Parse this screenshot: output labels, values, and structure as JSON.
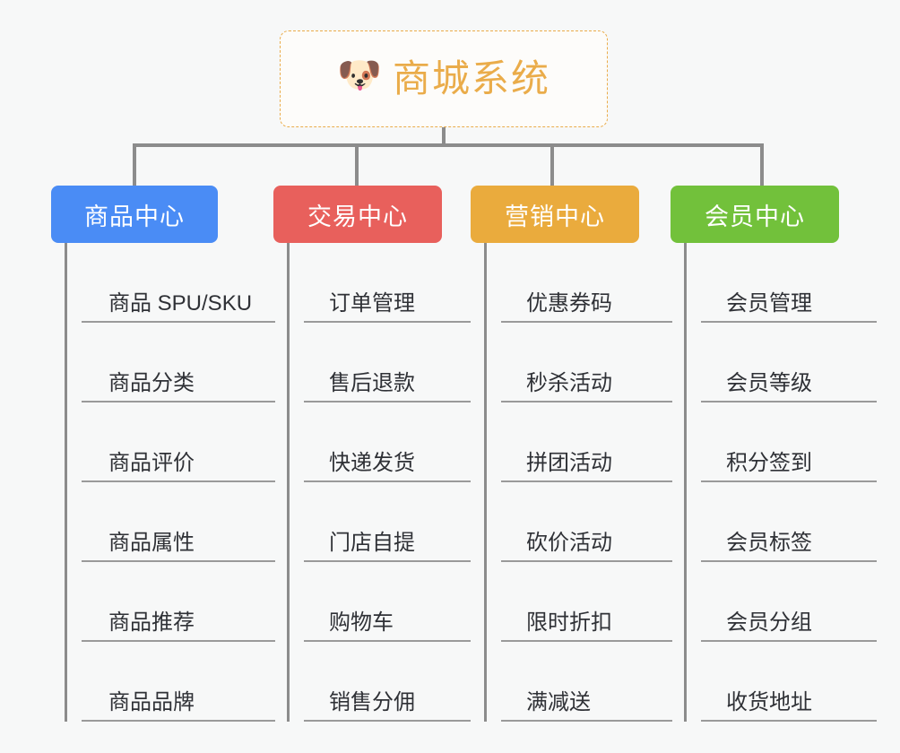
{
  "canvas": {
    "background": "#f7f8f8",
    "line_color": "#8c8c8c"
  },
  "root": {
    "icon": "🐶",
    "icon_name": "shiba-dog-emoji",
    "title": "商城系统",
    "border_color": "#eaac4a",
    "text_color": "#eaac4a",
    "background": "#fdfcfa"
  },
  "columns": [
    {
      "id": "product-center",
      "header": "商品中心",
      "color": "#4a8cf5",
      "items": [
        "商品 SPU/SKU",
        "商品分类",
        "商品评价",
        "商品属性",
        "商品推荐",
        "商品品牌"
      ]
    },
    {
      "id": "trade-center",
      "header": "交易中心",
      "color": "#e8605c",
      "items": [
        "订单管理",
        "售后退款",
        "快递发货",
        "门店自提",
        "购物车",
        "销售分佣"
      ]
    },
    {
      "id": "marketing-center",
      "header": "营销中心",
      "color": "#eaab3d",
      "items": [
        "优惠券码",
        "秒杀活动",
        "拼团活动",
        "砍价活动",
        "限时折扣",
        "满减送"
      ]
    },
    {
      "id": "member-center",
      "header": "会员中心",
      "color": "#72c13b",
      "items": [
        "会员管理",
        "会员等级",
        "积分签到",
        "会员标签",
        "会员分组",
        "收货地址"
      ]
    }
  ]
}
